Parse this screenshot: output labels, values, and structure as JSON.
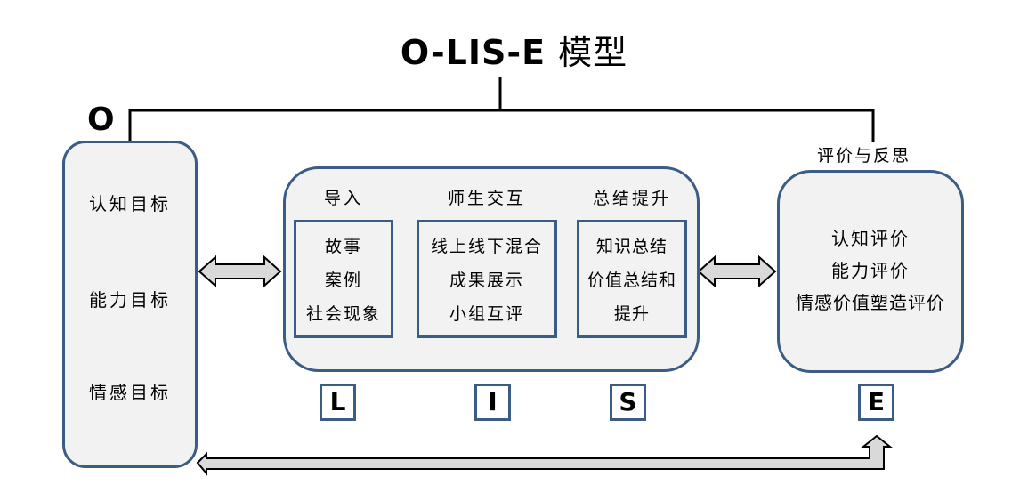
{
  "title": {
    "prefix": "O-LIS-E",
    "suffix": "模型"
  },
  "o_label": "O",
  "objectives": {
    "items": [
      "认知目标",
      "能力目标",
      "情感目标"
    ]
  },
  "process": {
    "stages": [
      {
        "title": "导入",
        "letter": "L",
        "items": [
          "故事",
          "案例",
          "社会现象"
        ]
      },
      {
        "title": "师生交互",
        "letter": "I",
        "items": [
          "线上线下混合",
          "成果展示",
          "小组互评"
        ]
      },
      {
        "title": "总结提升",
        "letter": "S",
        "items": [
          "知识总结",
          "价值总结和",
          "提升"
        ]
      }
    ]
  },
  "evaluation": {
    "title": "评价与反思",
    "letter": "E",
    "items": [
      "认知评价",
      "能力评价",
      "情感价值塑造评价"
    ]
  },
  "colors": {
    "box_border": "#3b5c85",
    "box_fill": "#f2f2f2",
    "arrow_fill": "#d9d9d9",
    "line": "#000000"
  }
}
